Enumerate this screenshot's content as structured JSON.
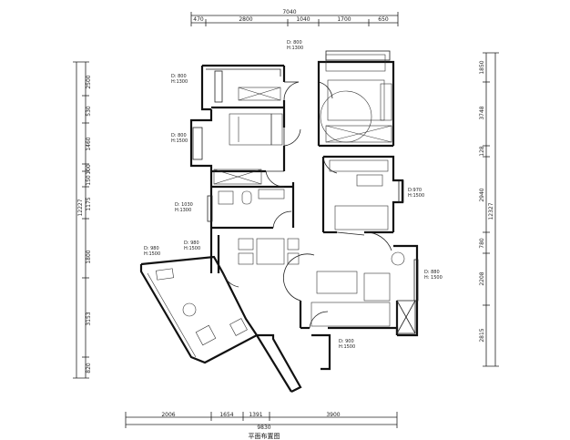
{
  "title": "平面布置图",
  "top_dims": {
    "overall": "7040",
    "segments": [
      "470",
      "2800",
      "1040",
      "1700",
      "650"
    ]
  },
  "bottom_dims": {
    "overall": "9830",
    "segments": [
      "2006",
      "1654",
      "1391",
      "3900"
    ]
  },
  "left_dims": {
    "overall": "12227",
    "segments": [
      "2500",
      "530",
      "1460",
      "100",
      "150",
      "1175",
      "1800",
      "3153",
      "820"
    ]
  },
  "right_dims": {
    "overall": "12327",
    "segments": [
      "1850",
      "3748",
      "128",
      "2940",
      "780",
      "2208",
      "2815"
    ]
  },
  "window_labels": [
    {
      "id": "w1",
      "d": "D: 800",
      "h": "H:1300"
    },
    {
      "id": "w2",
      "d": "D: 800",
      "h": "H:1300"
    },
    {
      "id": "w3",
      "d": "D: 800",
      "h": "H:1500"
    },
    {
      "id": "w4",
      "d": "D: 1030",
      "h": "H:1300"
    },
    {
      "id": "w5",
      "d": "D:970",
      "h": "H:1500"
    },
    {
      "id": "w6",
      "d": "D: 980",
      "h": "H:1500"
    },
    {
      "id": "w7",
      "d": "D: 980",
      "h": "H:1500"
    },
    {
      "id": "w8",
      "d": "D: 880",
      "h": "H: 1500"
    },
    {
      "id": "w9",
      "d": "D: 900",
      "h": "H:1500"
    }
  ],
  "colors": {
    "line": "#111111",
    "background": "#ffffff"
  }
}
